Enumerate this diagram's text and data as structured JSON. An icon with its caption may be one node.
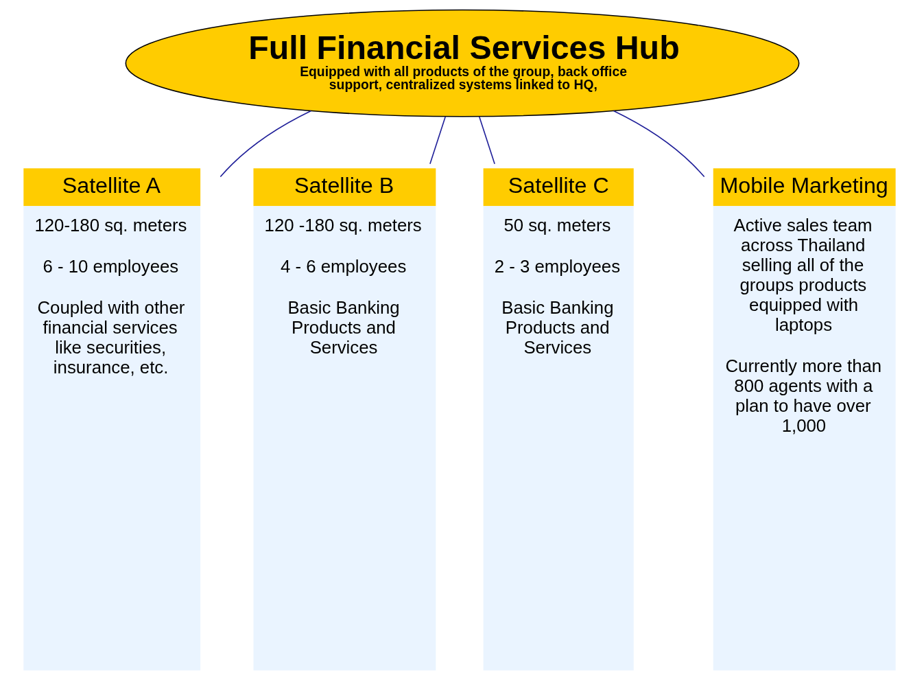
{
  "diagram": {
    "nodes": [
      {
        "text": [
          "Full Financial Services Hub",
          "Equipped with all products of the group, back office support, centralized systems linked to HQ,"
        ]
      },
      {
        "text": [
          "Satellite A",
          "120-180 sq. meters",
          "6 - 10 employees",
          "Coupled with other financial services like securities, insurance, etc."
        ]
      },
      {
        "text": [
          "Satellite B",
          "120 -180 sq. meters",
          "4 - 6 employees",
          "Basic Banking Products and Services"
        ]
      },
      {
        "text": [
          "Satellite C",
          "50 sq. meters",
          "2 - 3 employees",
          "Basic Banking Products and Services"
        ]
      },
      {
        "text": [
          "Mobile Marketing",
          "Active sales team across Thailand selling all of the groups products equipped with laptops",
          "Currently more than 800 agents with a plan to have over 1,000"
        ]
      }
    ],
    "edges": [
      {
        "from": 0,
        "to": 1,
        "arrow": "none"
      },
      {
        "from": 0,
        "to": 2,
        "arrow": "none"
      },
      {
        "from": 0,
        "to": 3,
        "arrow": "none"
      },
      {
        "from": 0,
        "to": 4,
        "arrow": "none"
      }
    ]
  }
}
